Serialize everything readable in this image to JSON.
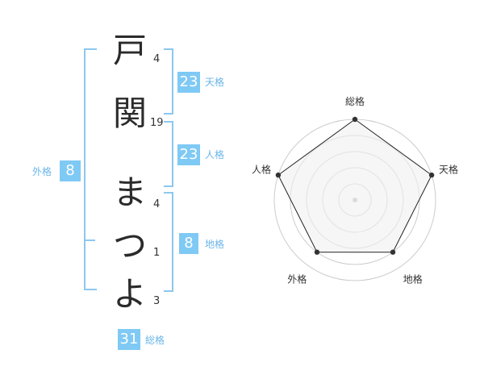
{
  "name_chars": [
    {
      "char": "戸",
      "strokes": "4"
    },
    {
      "char": "関",
      "strokes": "19"
    },
    {
      "char": "ま",
      "strokes": "4"
    },
    {
      "char": "つ",
      "strokes": "1"
    },
    {
      "char": "よ",
      "strokes": "3"
    }
  ],
  "kaku": {
    "tenkaku": {
      "value": "23",
      "label": "天格"
    },
    "jinkaku": {
      "value": "23",
      "label": "人格"
    },
    "chikaku": {
      "value": "8",
      "label": "地格"
    },
    "gaikaku": {
      "value": "8",
      "label": "外格"
    },
    "soukaku": {
      "value": "31",
      "label": "総格"
    }
  },
  "chart_data": {
    "type": "radar",
    "axes": [
      "総格",
      "天格",
      "地格",
      "外格",
      "人格"
    ],
    "values": [
      5,
      5,
      4,
      4,
      5
    ],
    "rmax": 5,
    "rings": 5,
    "colors": {
      "fill": "#f0f0f0",
      "line": "#222222",
      "ring": "#cccccc",
      "point": "#333333"
    }
  }
}
